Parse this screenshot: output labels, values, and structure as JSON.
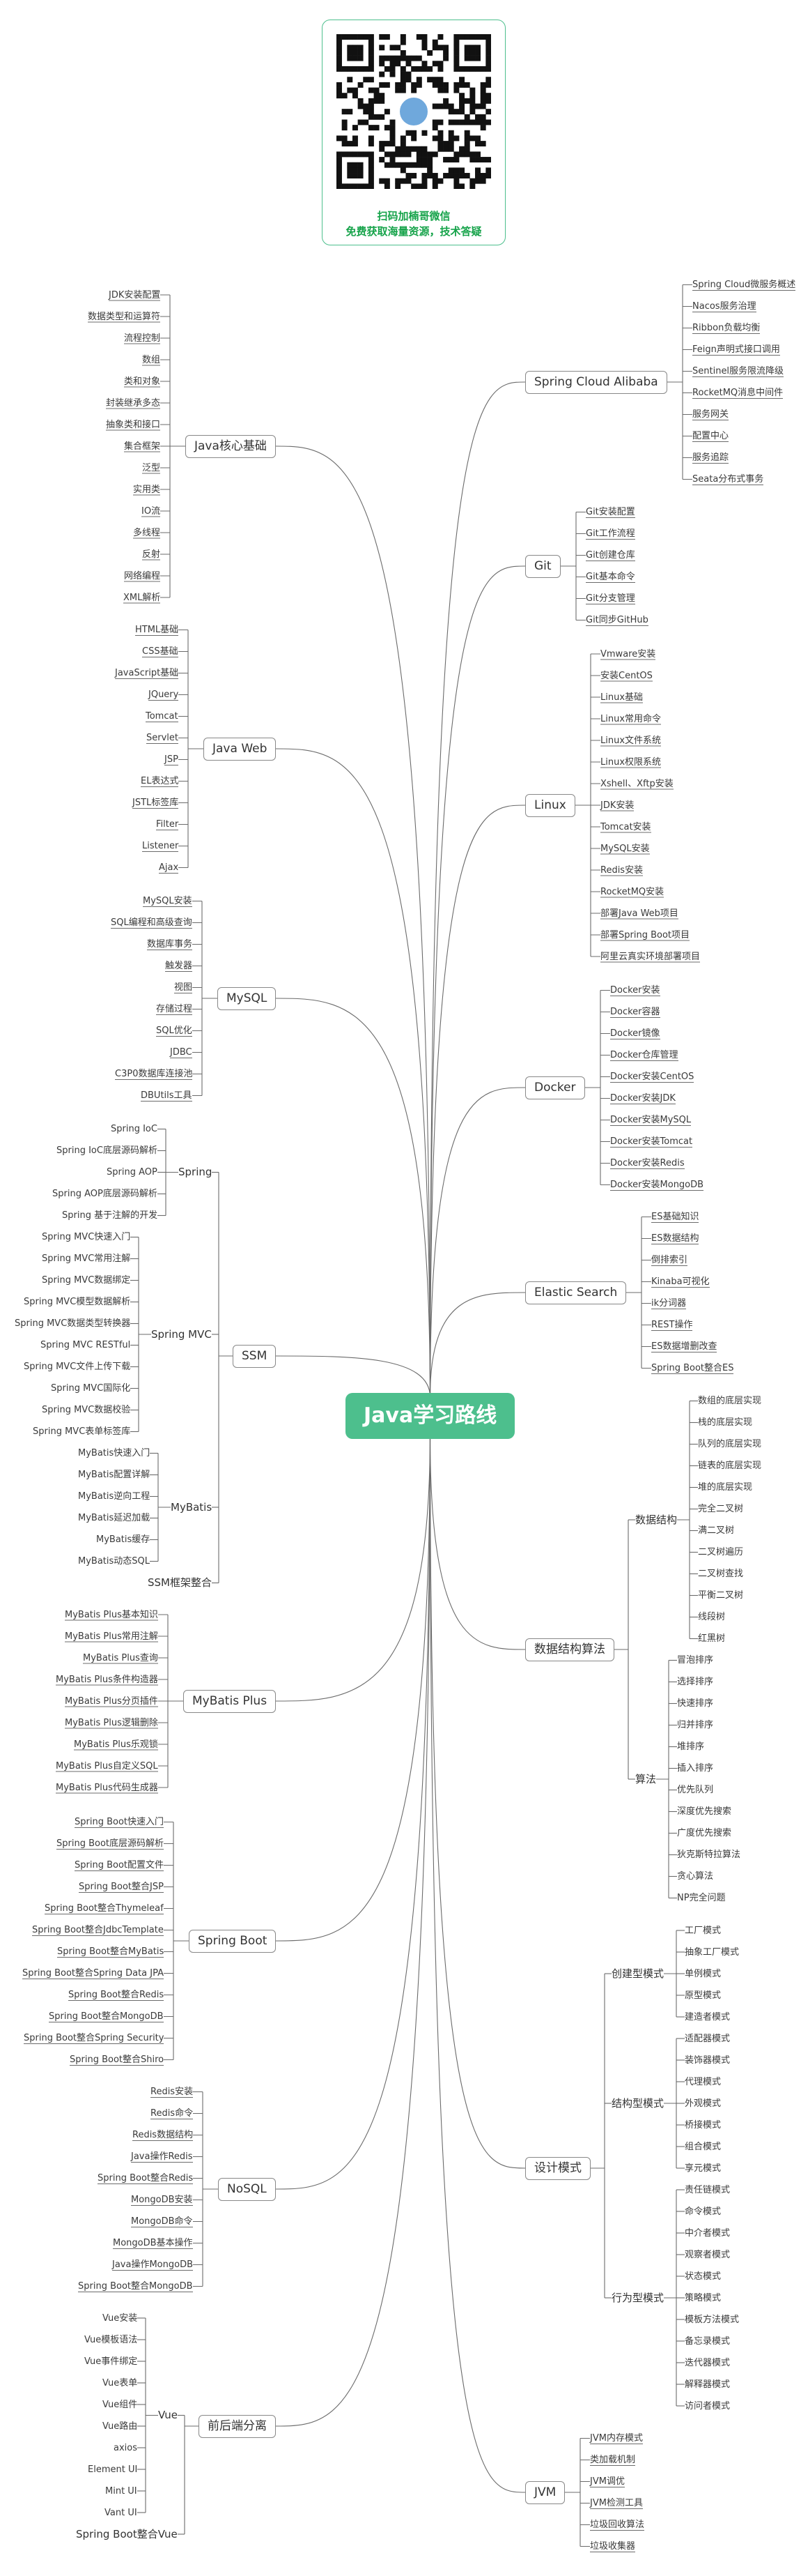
{
  "qr": {
    "line1": "扫码加楠哥微信",
    "line2": "免费获取海量资源，技术答疑",
    "icon": "qr-code-icon"
  },
  "root": "Java学习路线",
  "branches": [
    {
      "id": "java-core",
      "side": "left",
      "label": "Java核心基础",
      "items": [
        "JDK安装配置",
        "数据类型和运算符",
        "流程控制",
        "数组",
        "类和对象",
        "封装继承多态",
        "抽象类和接口",
        "集合框架",
        "泛型",
        "实用类",
        "IO流",
        "多线程",
        "反射",
        "网络编程",
        "XML解析"
      ]
    },
    {
      "id": "java-web",
      "side": "left",
      "label": "Java Web",
      "items": [
        "HTML基础",
        "CSS基础",
        "JavaScript基础",
        "JQuery",
        "Tomcat",
        "Servlet",
        "JSP",
        "EL表达式",
        "JSTL标签库",
        "Filter",
        "Listener",
        "Ajax"
      ]
    },
    {
      "id": "mysql",
      "side": "left",
      "label": "MySQL",
      "items": [
        "MySQL安装",
        "SQL编程和高级查询",
        "数据库事务",
        "触发器",
        "视图",
        "存储过程",
        "SQL优化",
        "JDBC",
        "C3P0数据库连接池",
        "DBUtils工具"
      ]
    },
    {
      "id": "ssm",
      "side": "left",
      "label": "SSM",
      "groups": [
        {
          "label": "Spring",
          "items": [
            "Spring IoC",
            "Spring IoC底层源码解析",
            "Spring AOP",
            "Spring AOP底层源码解析",
            "Spring 基于注解的开发"
          ]
        },
        {
          "label": "Spring MVC",
          "items": [
            "Spring MVC快速入门",
            "Spring MVC常用注解",
            "Spring MVC数据绑定",
            "Spring MVC模型数据解析",
            "Spring MVC数据类型转换器",
            "Spring MVC RESTful",
            "Spring MVC文件上传下载",
            "Spring MVC国际化",
            "Spring MVC数据校验",
            "Spring MVC表单标签库"
          ]
        },
        {
          "label": "MyBatis",
          "items": [
            "MyBatis快速入门",
            "MyBatis配置详解",
            "MyBatis逆向工程",
            "MyBatis延迟加载",
            "MyBatis缓存",
            "MyBatis动态SQL"
          ]
        },
        {
          "label": "SSM框架整合",
          "items": []
        }
      ]
    },
    {
      "id": "mybatis-plus",
      "side": "left",
      "label": "MyBatis Plus",
      "items": [
        "MyBatis Plus基本知识",
        "MyBatis Plus常用注解",
        "MyBatis Plus查询",
        "MyBatis Plus条件构造器",
        "MyBatis Plus分页插件",
        "MyBatis Plus逻辑删除",
        "MyBatis Plus乐观锁",
        "MyBatis Plus自定义SQL",
        "MyBatis Plus代码生成器"
      ]
    },
    {
      "id": "spring-boot",
      "side": "left",
      "label": "Spring Boot",
      "items": [
        "Spring Boot快速入门",
        "Spring Boot底层源码解析",
        "Spring Boot配置文件",
        "Spring Boot整合JSP",
        "Spring Boot整合Thymeleaf",
        "Spring Boot整合JdbcTemplate",
        "Spring Boot整合MyBatis",
        "Spring Boot整合Spring Data JPA",
        "Spring Boot整合Redis",
        "Spring Boot整合MongoDB",
        "Spring Boot整合Spring Security",
        "Spring Boot整合Shiro"
      ]
    },
    {
      "id": "nosql",
      "side": "left",
      "label": "NoSQL",
      "items": [
        "Redis安装",
        "Redis命令",
        "Redis数据结构",
        "Java操作Redis",
        "Spring Boot整合Redis",
        "MongoDB安装",
        "MongoDB命令",
        "MongoDB基本操作",
        "Java操作MongoDB",
        "Spring Boot整合MongoDB"
      ]
    },
    {
      "id": "frontend",
      "side": "left",
      "label": "前后端分离",
      "groups": [
        {
          "label": "Vue",
          "items": [
            "Vue安装",
            "Vue模板语法",
            "Vue事件绑定",
            "Vue表单",
            "Vue组件",
            "Vue路由",
            "axios",
            "Element UI",
            "Mint UI",
            "Vant UI"
          ]
        },
        {
          "label": "Spring Boot整合Vue",
          "items": []
        }
      ]
    },
    {
      "id": "spring-cloud",
      "side": "right",
      "label": "Spring Cloud Alibaba",
      "items": [
        "Spring Cloud微服务概述",
        "Nacos服务治理",
        "Ribbon负载均衡",
        "Feign声明式接口调用",
        "Sentinel服务限流降级",
        "RocketMQ消息中间件",
        "服务网关",
        "配置中心",
        "服务追踪",
        "Seata分布式事务"
      ]
    },
    {
      "id": "git",
      "side": "right",
      "label": "Git",
      "items": [
        "Git安装配置",
        "Git工作流程",
        "Git创建仓库",
        "Git基本命令",
        "Git分支管理",
        "Git同步GitHub"
      ]
    },
    {
      "id": "linux",
      "side": "right",
      "label": "Linux",
      "items": [
        "Vmware安装",
        "安装CentOS",
        "Linux基础",
        "Linux常用命令",
        "Linux文件系统",
        "Linux权限系统",
        "Xshell、Xftp安装",
        "JDK安装",
        "Tomcat安装",
        "MySQL安装",
        "Redis安装",
        "RocketMQ安装",
        "部署Java Web项目",
        "部署Spring Boot项目",
        "阿里云真实环境部署项目"
      ]
    },
    {
      "id": "docker",
      "side": "right",
      "label": "Docker",
      "items": [
        "Docker安装",
        "Docker容器",
        "Docker镜像",
        "Docker仓库管理",
        "Docker安装CentOS",
        "Docker安装JDK",
        "Docker安装MySQL",
        "Docker安装Tomcat",
        "Docker安装Redis",
        "Docker安装MongoDB"
      ]
    },
    {
      "id": "elastic",
      "side": "right",
      "label": "Elastic Search",
      "items": [
        "ES基础知识",
        "ES数据结构",
        "倒排索引",
        "Kinaba可视化",
        "ik分词器",
        "REST操作",
        "ES数据增删改查",
        "Spring Boot整合ES"
      ]
    },
    {
      "id": "dsa",
      "side": "right",
      "label": "数据结构算法",
      "groups": [
        {
          "label": "数据结构",
          "items": [
            "数组的底层实现",
            "栈的底层实现",
            "队列的底层实现",
            "链表的底层实现",
            "堆的底层实现",
            "完全二叉树",
            "满二叉树",
            "二叉树遍历",
            "二叉树查找",
            "平衡二叉树",
            "线段树",
            "红黑树"
          ]
        },
        {
          "label": "算法",
          "items": [
            "冒泡排序",
            "选择排序",
            "快速排序",
            "归并排序",
            "堆排序",
            "插入排序",
            "优先队列",
            "深度优先搜索",
            "广度优先搜索",
            "狄克斯特拉算法",
            "贪心算法",
            "NP完全问题"
          ]
        }
      ]
    },
    {
      "id": "design",
      "side": "right",
      "label": "设计模式",
      "groups": [
        {
          "label": "创建型模式",
          "items": [
            "工厂模式",
            "抽象工厂模式",
            "单例模式",
            "原型模式",
            "建造者模式"
          ]
        },
        {
          "label": "结构型模式",
          "items": [
            "适配器模式",
            "装饰器模式",
            "代理模式",
            "外观模式",
            "桥接模式",
            "组合模式",
            "享元模式"
          ]
        },
        {
          "label": "行为型模式",
          "items": [
            "责任链模式",
            "命令模式",
            "中介者模式",
            "观察者模式",
            "状态模式",
            "策略模式",
            "模板方法模式",
            "备忘录模式",
            "迭代器模式",
            "解释器模式",
            "访问者模式"
          ]
        }
      ]
    },
    {
      "id": "jvm",
      "side": "right",
      "label": "JVM",
      "items": [
        "JVM内存模式",
        "类加载机制",
        "JVM调优",
        "JVM检测工具",
        "垃圾回收算法",
        "垃圾收集器"
      ]
    }
  ],
  "colors": {
    "root": "#4dbf8d",
    "edge": "#6b6b6b",
    "qr_text": "#16a34a",
    "branch_border": "#888888"
  }
}
